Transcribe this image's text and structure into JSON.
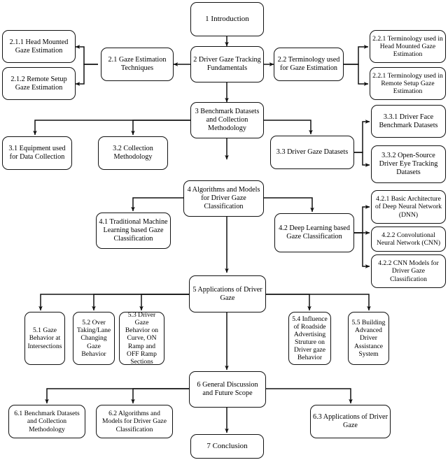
{
  "diagram": {
    "title": "Driver Gaze Tracking Survey — Paper Organization Flowchart",
    "type": "flowchart",
    "orientation": "top-to-bottom",
    "line_color": "#111111",
    "box_fill": "#ffffff",
    "box_border": "#111111"
  },
  "nodes": {
    "n1_introduction": "1 Introduction",
    "n2_fundamentals": "2 Driver Gaze Tracking Fundamentals",
    "n21_techniques": "2.1 Gaze Estimation Techniques",
    "n211_head_mounted": "2.1.1 Head Mounted Gaze Estimation",
    "n212_remote_setup": "2.1.2 Remote Setup Gaze Estimation",
    "n22_terminology": "2.2 Terminology used for Gaze Estimation",
    "n221_term_head_mounted": "2.2.1 Terminology used in Head Mounted Gaze Estimation",
    "n221_term_remote_setup": "2.2.1 Terminology used in Remote Setup Gaze Estimation",
    "n3_benchmark": "3 Benchmark Datasets and Collection Methodology",
    "n31_equipment": "3.1 Equipment used for Data Collection",
    "n32_collection": "3.2 Collection Methodology",
    "n33_driver_gaze_datasets": "3.3 Driver Gaze Datasets",
    "n331_driver_face": "3.3.1 Driver Face Benchmark Datasets",
    "n332_open_source": "3.3.2 Open-Source Driver Eye Tracking Datasets",
    "n4_algorithms": "4 Algorithms and Models for Driver Gaze Classification",
    "n41_traditional_ml": "4.1 Traditional Machine Learning based Gaze Classification",
    "n42_deep_learning": "4.2 Deep Learning based Gaze Classification",
    "n421_dnn": "4.2.1  Basic Architecture of Deep Neural Network (DNN)",
    "n422_cnn": "4.2.2  Convolutional Neural Network (CNN)",
    "n422_cnn_models": "4.2.2  CNN Models for Driver Gaze Classification",
    "n5_applications": "5 Applications of Driver Gaze",
    "n51_intersections": "5.1 Gaze Behavior at Intersections",
    "n52_overtaking": "5.2 Over Taking/Lane Changing Gaze Behavior",
    "n53_curve_ramp": "5.3 Driver Gaze Behavior on Curve, ON Ramp and OFF Ramp Sections",
    "n54_roadside_ads": "5.4 Influence of Roadside Advertising Struture on Driver gaze Behavior",
    "n55_adas": "5.5 Building Advanced Driver Assistance System",
    "n6_discussion": "6 General Discussion and Future Scope",
    "n61_benchmark": "6.1 Benchmark Datasets and Collection Methodology",
    "n62_algorithms": "6.2 Algorithms and Models for Driver Gaze Classification",
    "n63_applications": "6.3 Applications of Driver Gaze",
    "n7_conclusion": "7 Conclusion"
  }
}
